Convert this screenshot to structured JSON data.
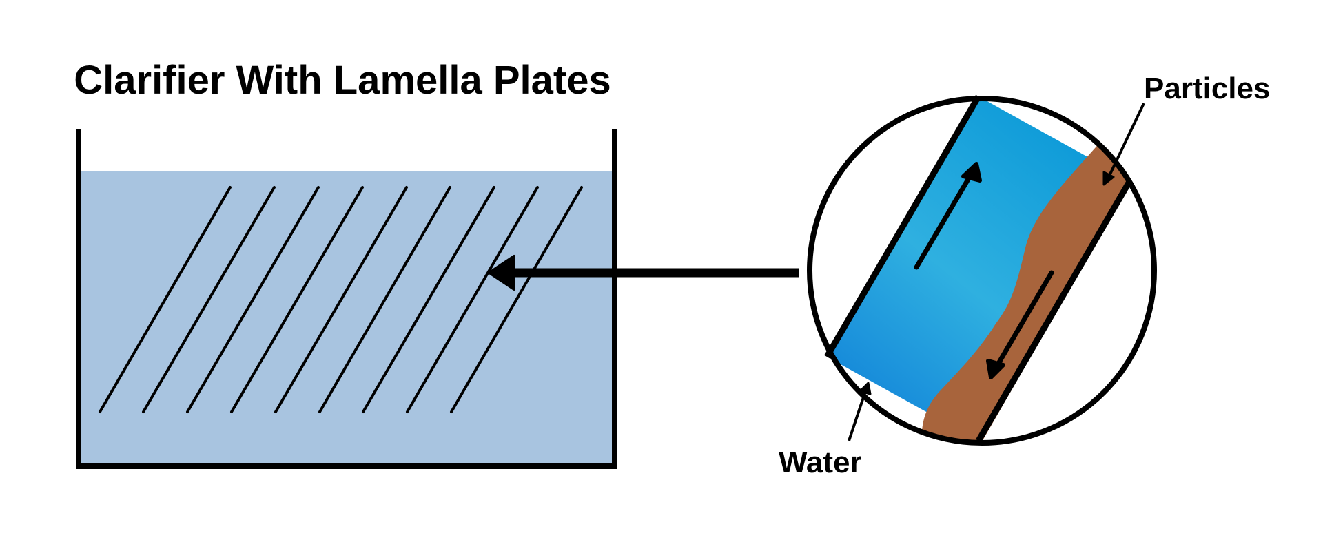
{
  "diagram": {
    "title": "Clarifier With Lamella Plates",
    "labels": {
      "particles": "Particles",
      "water": "Water"
    },
    "colors": {
      "tank_water": "#a8c4e0",
      "stroke": "#000000",
      "channel_blue_light": "#12b6dc",
      "channel_blue_dark": "#0f7fd8",
      "sludge": "#a8643c",
      "background": "#ffffff"
    }
  }
}
